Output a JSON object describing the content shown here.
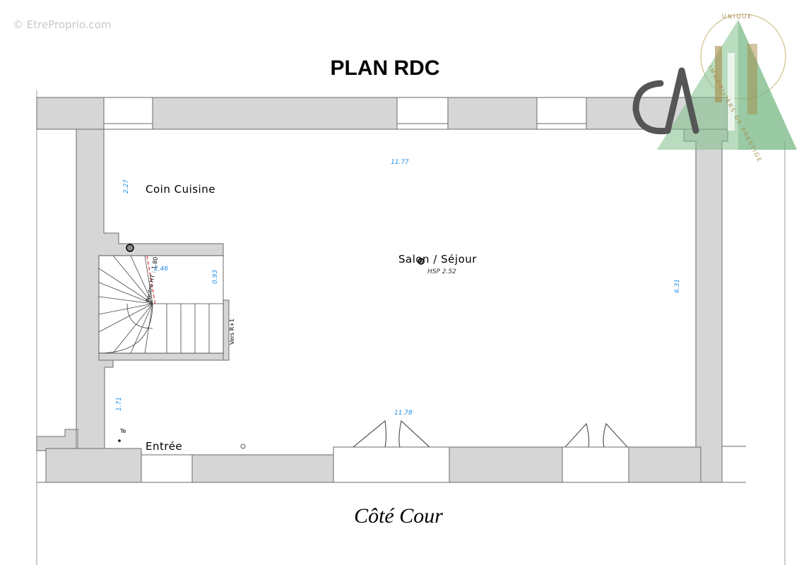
{
  "watermark": "© EtreProprio.com",
  "title": "PLAN RDC",
  "rooms": {
    "kitchen": "Coin Cuisine",
    "living": "Salon / Séjour",
    "entrance": "Entrée",
    "stairs": "Vers R+1"
  },
  "hsp": "HSP 2.52",
  "te_label": "Te",
  "stair_note": "Poutre HT : 1.80",
  "dimensions": {
    "top_width": "11.77",
    "bottom_width": "11.78",
    "kitchen_depth": "2.27",
    "stair_width": "2.46",
    "stair_gap": "0.93",
    "right_depth": "6.31",
    "entrance_depth": "1.71"
  },
  "court_label": "Côté Cour",
  "logo": {
    "ring_text_top": "UNIQUE",
    "ring_text_side": "IMMOBILIERS DE PRESTIGE"
  },
  "colors": {
    "wall": "#d6d6d6",
    "dimension": "#1f8ee8",
    "logo_green": "#7fbf8a",
    "logo_gold": "#a88a4a"
  }
}
